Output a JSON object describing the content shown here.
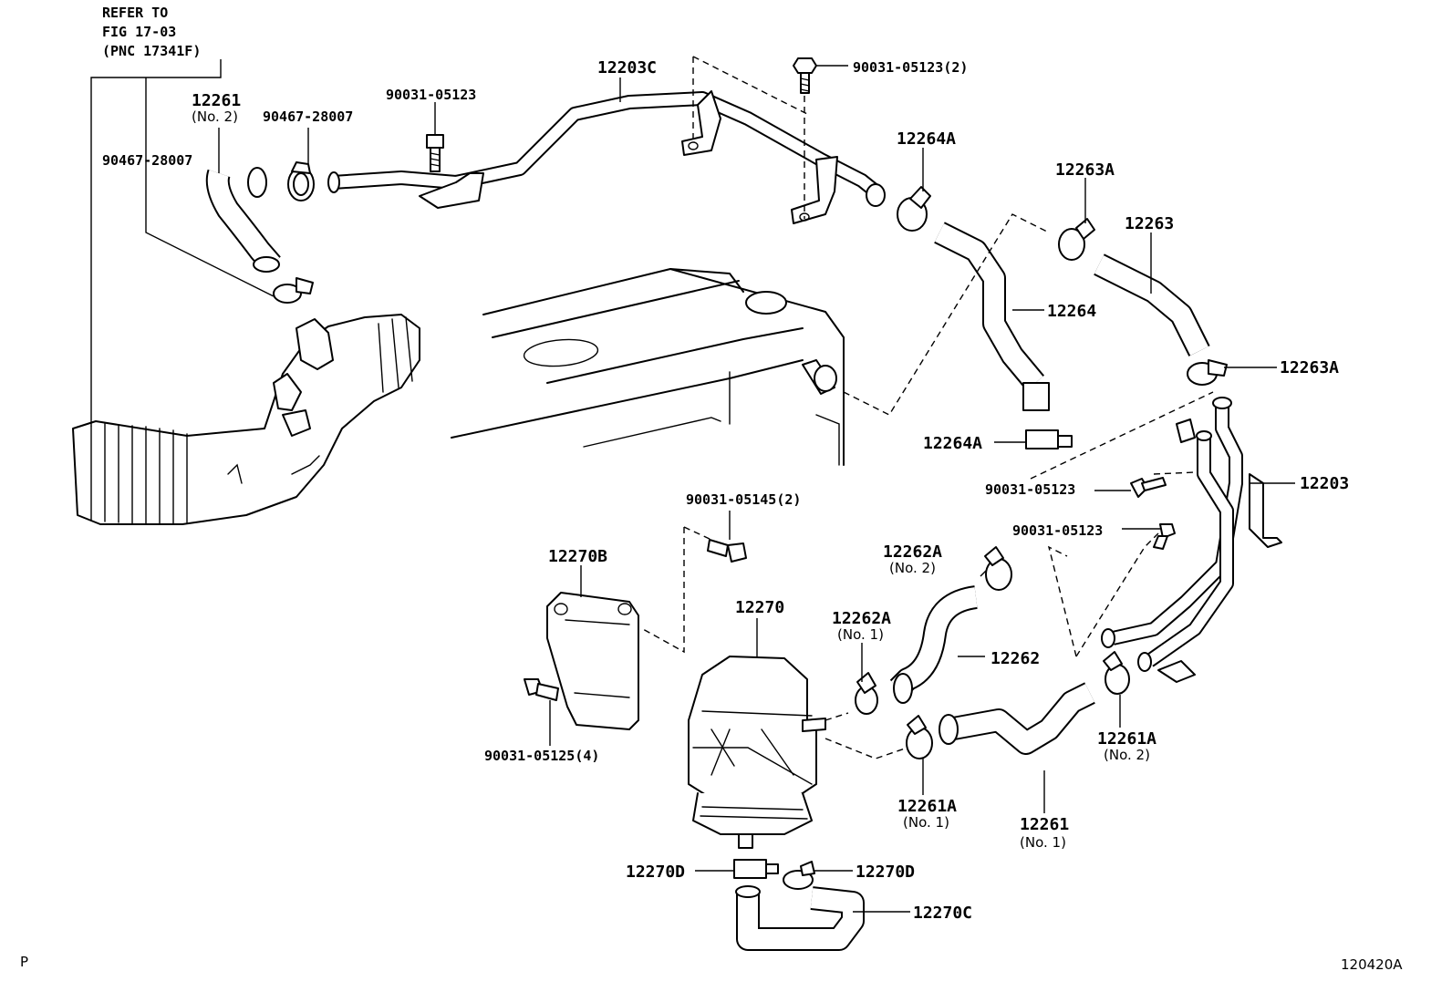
{
  "reference": {
    "line1": "REFER TO",
    "line2": "FIG 17-03",
    "line3": "(PNC 17341F)"
  },
  "labels": {
    "hose_12261_top": "12261",
    "hose_12261_top_sub": "(No. 2)",
    "clamp_90467_a": "90467-28007",
    "clamp_90467_b": "90467-28007",
    "bolt_90031_top_left": "90031-05123",
    "pipe_12203C": "12203C",
    "bolt_90031_top_right": "90031-05123(2)",
    "clamp_12264A_top": "12264A",
    "clamp_12263A_top": "12263A",
    "hose_12263": "12263",
    "hose_12264": "12264",
    "clamp_12263A_right": "12263A",
    "clamp_12264A_bottom": "12264A",
    "pipe_12203": "12203",
    "bolt_90031_right_a": "90031-05123",
    "bolt_90031_right_b": "90031-05123",
    "bolt_90031_05145": "90031-05145(2)",
    "gasket_12270B": "12270B",
    "pump_12270": "12270",
    "clamp_12262A_no2": "12262A",
    "clamp_12262A_no2_sub": "(No. 2)",
    "clamp_12262A_no1": "12262A",
    "clamp_12262A_no1_sub": "(No. 1)",
    "hose_12262": "12262",
    "bolt_90031_05125": "90031-05125(4)",
    "clamp_12261A_no2": "12261A",
    "clamp_12261A_no2_sub": "(No. 2)",
    "clamp_12261A_no1": "12261A",
    "clamp_12261A_no1_sub": "(No. 1)",
    "hose_12261_bottom": "12261",
    "hose_12261_bottom_sub": "(No. 1)",
    "clamp_12270D_left": "12270D",
    "clamp_12270D_right": "12270D",
    "hose_12270C": "12270C"
  },
  "corner": {
    "left_mark": "P",
    "figure_id": "120420A"
  }
}
